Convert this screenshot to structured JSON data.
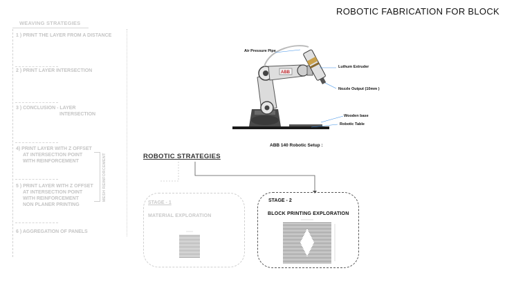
{
  "header": {
    "title": "ROBOTIC  FABRICATION FOR BLOCK"
  },
  "sidebar": {
    "title": "WEAVING STRATEGIES",
    "steps": [
      {
        "lines": [
          "1 ) PRINT THE LAYER FROM A DISTANCE"
        ]
      },
      {
        "lines": [
          "2 ) PRINT LAYER INTERSECTION"
        ]
      },
      {
        "lines": [
          "3 ) CONCLUSION -   LAYER",
          "INTERSECTION"
        ]
      },
      {
        "lines": [
          "4) PRINT LAYER WITH Z OFFSET",
          "AT INTERSECTION POINT",
          "WITH REINFORCEMENT"
        ]
      },
      {
        "lines": [
          "5 ) PRINT LAYER WITH Z OFFSET",
          "AT INTERSECTION POINT",
          "WITH REINFORCEMENT",
          "NON  PLANER PRINTING"
        ]
      },
      {
        "lines": [
          "6 ) AGGREGATION  OF  PANELS"
        ]
      }
    ],
    "vertical_label": "MESH REINFORCEMENT"
  },
  "robot_setup": {
    "title": "ABB 140 Robotic Setup :",
    "brand": "ABB",
    "callouts": {
      "air_pressure_pipe": "Air Pressure Pipe",
      "extruder": "Luthum  Extruder",
      "nozzle": "Nozzle Output  (10mm )",
      "wooden_base": "Wooden base",
      "robotic_table": "Robotic  Table"
    }
  },
  "strategies": {
    "title": "ROBOTIC  STRATEGIES",
    "stage1": {
      "label": "STAGE - 1",
      "subtitle": "MATERIAL   EXPLORATION"
    },
    "stage2": {
      "label": "STAGE - 2",
      "subtitle": "BLOCK PRINTING  EXPLORATION"
    }
  },
  "colors": {
    "accent_line": "#3a8ee6",
    "faded_text": "#c4c4c4",
    "dark_text": "#111111"
  }
}
